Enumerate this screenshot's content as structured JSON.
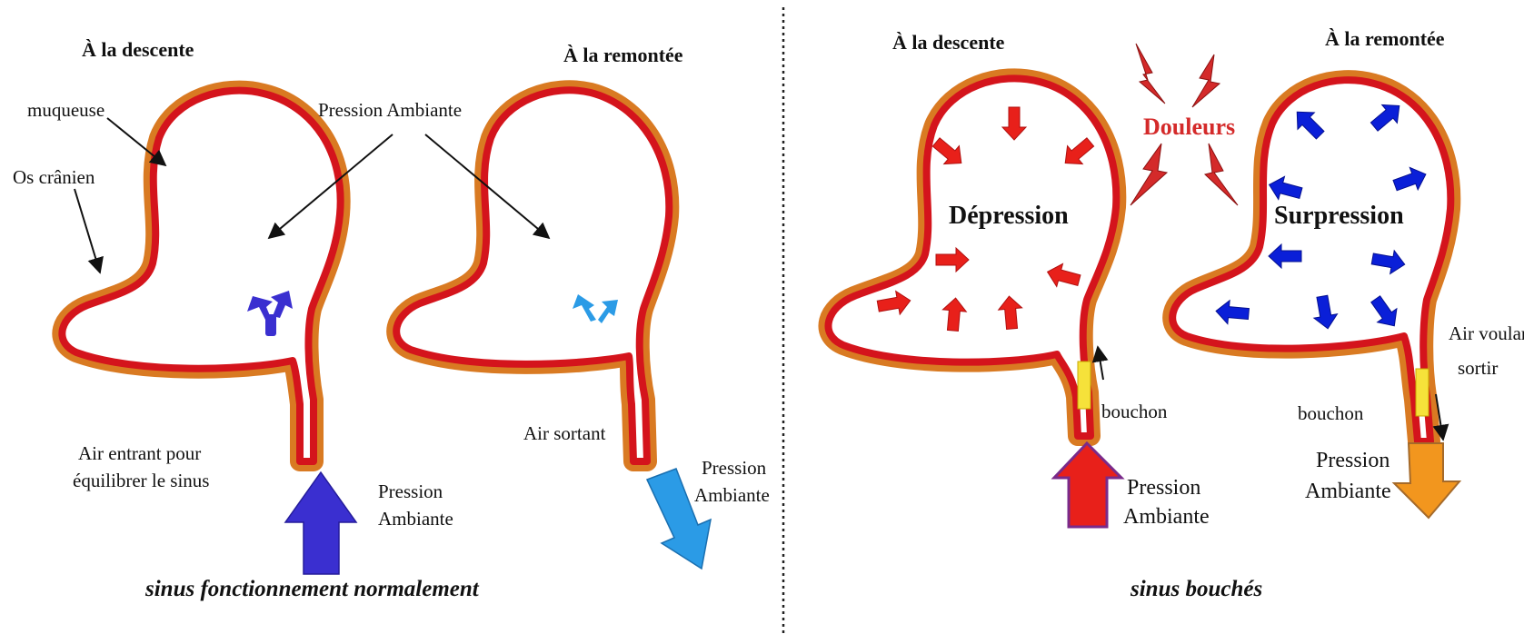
{
  "left_panel": {
    "heading_descent": "À la descente",
    "heading_ascent": "À la remontée",
    "label_mucosa": "muqueuse",
    "label_bone": "Os crânien",
    "label_ambient_inner": "Pression Ambiante",
    "label_air_in_line1": "Air entrant pour",
    "label_air_in_line2": "équilibrer le sinus",
    "label_pressure_in_line1": "Pression",
    "label_pressure_in_line2": "Ambiante",
    "label_air_out": "Air sortant",
    "label_pressure_out_line1": "Pression",
    "label_pressure_out_line2": "Ambiante",
    "caption": "sinus fonctionnement normalement"
  },
  "right_panel": {
    "heading_descent": "À la descente",
    "heading_ascent": "À la remontée",
    "label_pain": "Douleurs",
    "label_depression": "Dépression",
    "label_overpressure": "Surpression",
    "label_plug_left": "bouchon",
    "label_plug_right": "bouchon",
    "label_air_wanting_line1": "Air voulant",
    "label_air_wanting_line2": "sortir",
    "label_pressure_in_line1": "Pression",
    "label_pressure_in_line2": "Ambiante",
    "label_pressure_out_line1": "Pression",
    "label_pressure_out_line2": "Ambiante",
    "caption": "sinus bouchés"
  },
  "colors": {
    "bone": "#d97a22",
    "mucosa": "#d4141c",
    "arrow_dark_blue": "#3a2fd0",
    "arrow_light_blue": "#2b9be6",
    "arrow_red": "#e8201a",
    "arrow_blue_push": "#0a1fd8",
    "arrow_orange": "#f2961e",
    "plug_yellow": "#f6e23a",
    "pain_red": "#d42a2a"
  }
}
